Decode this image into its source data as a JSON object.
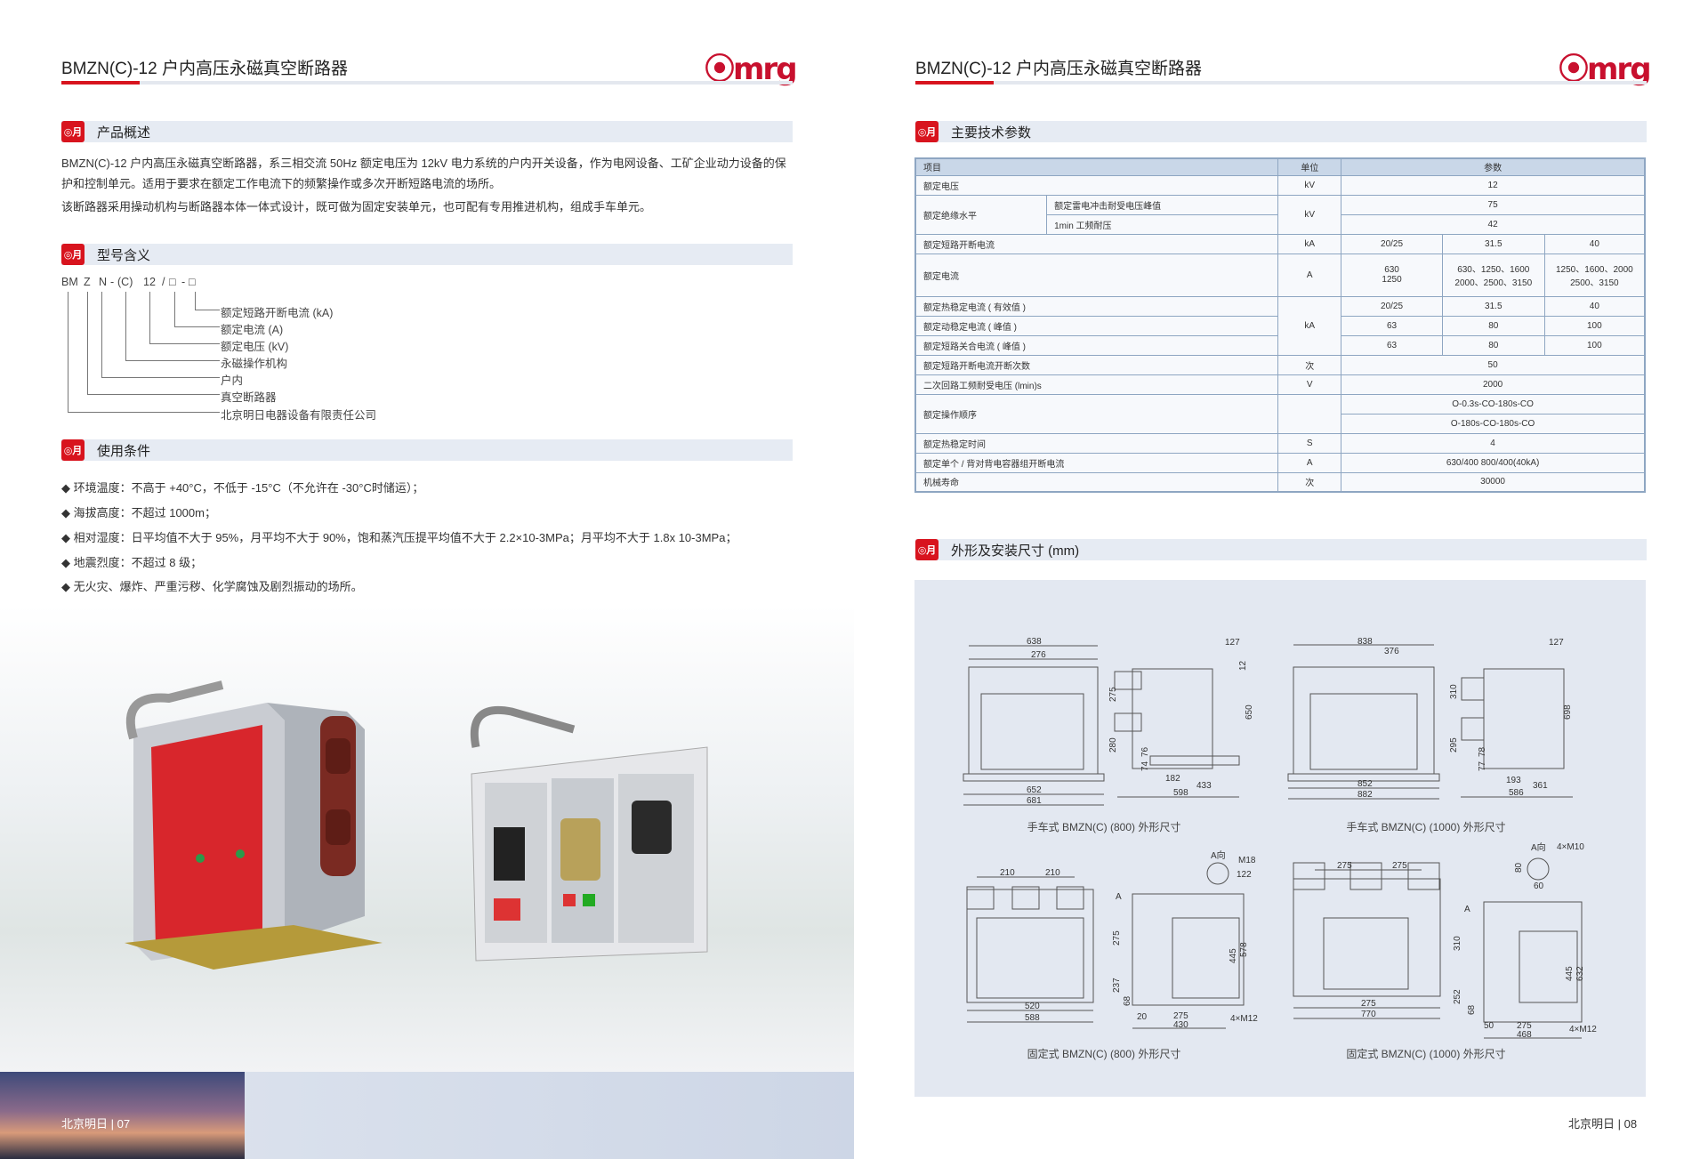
{
  "left_page": {
    "title": "BMZN(C)-12 户内高压永磁真空断路器",
    "logo": "明 mrg",
    "sections": {
      "overview": {
        "title": "产品概述",
        "paragraphs": [
          "BMZN(C)-12 户内高压永磁真空断路器，系三相交流 50Hz 额定电压为 12kV 电力系统的户内开关设备，作为电网设备、工矿企业动力设备的保护和控制单元。适用于要求在额定工作电流下的频繁操作或多次开断短路电流的场所。",
          "该断路器采用操动机构与断路器本体一体式设计，既可做为固定安装单元，也可配有专用推进机构，组成手车单元。"
        ]
      },
      "model": {
        "title": "型号含义",
        "code": [
          "BM",
          "Z",
          "N",
          "-",
          "(C)",
          "12",
          "/",
          "□",
          "-",
          "□"
        ],
        "meanings": [
          "额定短路开断电流 (kA)",
          "额定电流 (A)",
          "额定电压 (kV)",
          "永磁操作机构",
          "户内",
          "真空断路器",
          "北京明日电器设备有限责任公司"
        ]
      },
      "conditions": {
        "title": "使用条件",
        "items": [
          "环境温度：不高于 +40°C，不低于 -15°C（不允许在 -30°C时储运）；",
          "海拔高度：不超过 1000m；",
          "相对湿度：日平均值不大于 95%，月平均不大于 90%，饱和蒸汽压提平均值不大于 2.2×10-3MPa；月平均不大于 1.8x 10-3MPa；",
          "地震烈度：不超过 8 级；",
          "无火灾、爆炸、严重污秽、化学腐蚀及剧烈振动的场所。"
        ]
      }
    },
    "footer": "北京明日 | 07"
  },
  "right_page": {
    "title": "BMZN(C)-12 户内高压永磁真空断路器",
    "logo": "明 mrg",
    "spec_title": "主要技术参数",
    "spec": {
      "headers": [
        "项目",
        "单位",
        "参数"
      ],
      "rated_voltage": {
        "label": "额定电压",
        "unit": "kV",
        "value": "12"
      },
      "insulation": {
        "label": "额定绝缘水平",
        "unit": "kV",
        "sub": [
          {
            "label": "额定雷电冲击耐受电压峰值",
            "value": "75"
          },
          {
            "label": "1min 工频耐压",
            "value": "42"
          }
        ]
      },
      "breaking": {
        "label": "额定短路开断电流",
        "unit": "kA",
        "values": [
          "20/25",
          "31.5",
          "40"
        ]
      },
      "current": {
        "label": "额定电流",
        "unit": "A",
        "values": [
          [
            "630",
            "1250"
          ],
          [
            "630、1250、1600",
            "2000、2500、3150"
          ],
          [
            "1250、1600、2000",
            "2500、3150"
          ]
        ]
      },
      "ka_group_unit": "kA",
      "thermal": {
        "label": "额定热稳定电流 ( 有效值 )",
        "values": [
          "20/25",
          "31.5",
          "40"
        ]
      },
      "dynamic": {
        "label": "额定动稳定电流 ( 峰值 )",
        "values": [
          "63",
          "80",
          "100"
        ]
      },
      "making": {
        "label": "额定短路关合电流 ( 峰值 )",
        "values": [
          "63",
          "80",
          "100"
        ]
      },
      "break_count": {
        "label": "额定短路开断电流开断次数",
        "unit": "次",
        "value": "50"
      },
      "secondary": {
        "label": "二次回路工频耐受电压 (lmin)s",
        "unit": "V",
        "value": "2000"
      },
      "sequence": {
        "label": "额定操作顺序",
        "values": [
          "O-0.3s-CO-180s-CO",
          "O-180s-CO-180s-CO"
        ]
      },
      "thermal_time": {
        "label": "额定热稳定时间",
        "unit": "S",
        "value": "4"
      },
      "capacitor": {
        "label": "额定单个 / 背对背电容器组开断电流",
        "unit": "A",
        "value": "630/400 800/400(40kA)"
      },
      "life": {
        "label": "机械寿命",
        "unit": "次",
        "value": "30000"
      }
    },
    "dims_title": "外形及安装尺寸 (mm)",
    "drawings": [
      {
        "caption": "手车式 BMZN(C) (800) 外形尺寸",
        "dims": [
          "638",
          "276",
          "652",
          "681",
          "275",
          "280",
          "76",
          "74",
          "182",
          "433",
          "598",
          "127",
          "12",
          "650"
        ]
      },
      {
        "caption": "手车式 BMZN(C) (1000) 外形尺寸",
        "dims": [
          "838",
          "376",
          "852",
          "882",
          "127",
          "310",
          "295",
          "78",
          "77",
          "193",
          "361",
          "586",
          "698"
        ]
      },
      {
        "caption": "固定式 BMZN(C) (800) 外形尺寸",
        "dims": [
          "210",
          "210",
          "520",
          "588",
          "A",
          "275",
          "237",
          "68",
          "20",
          "275",
          "430",
          "4×M12",
          "445",
          "578",
          "A向",
          "M18",
          "122"
        ]
      },
      {
        "caption": "固定式 BMZN(C) (1000) 外形尺寸",
        "dims": [
          "275",
          "275",
          "275",
          "770",
          "A",
          "310",
          "252",
          "68",
          "50",
          "275",
          "468",
          "4×M12",
          "445",
          "632",
          "A向",
          "4×M10",
          "80",
          "60"
        ]
      }
    ],
    "footer": "北京明日 | 08"
  },
  "colors": {
    "brand_red": "#d8141e",
    "section_bg": "#e6ebf3",
    "table_border": "#8ea6c2"
  }
}
